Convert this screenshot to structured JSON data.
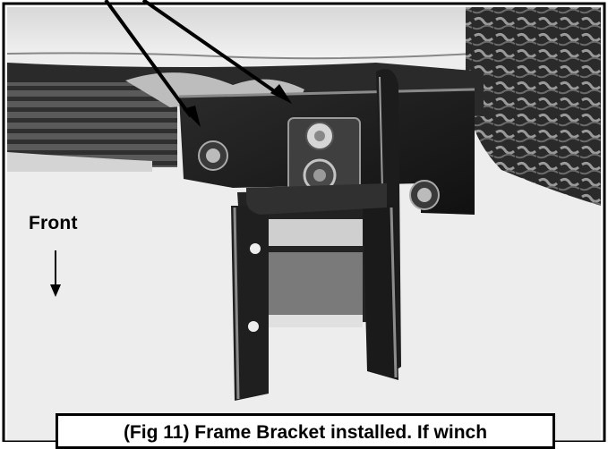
{
  "figure": {
    "direction_label": "Front",
    "caption": "(Fig 11) Frame Bracket installed. If winch",
    "image_description_icon": "photo-frame-bracket"
  },
  "colors": {
    "border": "#000000",
    "background": "#ffffff",
    "photo_dark": "#1a1a1a",
    "photo_mid": "#7a7a7a",
    "photo_light": "#e6e6e6"
  }
}
